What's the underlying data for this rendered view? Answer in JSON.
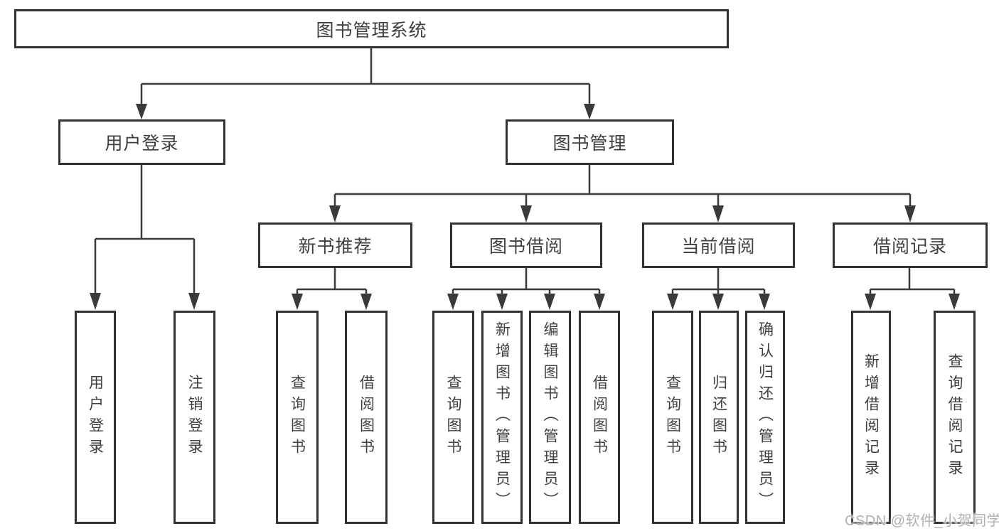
{
  "tree": {
    "root": "图书管理系统",
    "user_login": {
      "label": "用户登录",
      "children": {
        "login": "用户登录",
        "logout": "注销登录"
      }
    },
    "book_management": {
      "label": "图书管理",
      "children": {
        "new_book_recommend": {
          "label": "新书推荐",
          "children": {
            "query": "查询图书",
            "borrow": "借阅图书"
          }
        },
        "book_borrowing": {
          "label": "图书借阅",
          "children": {
            "query": "查询图书",
            "add": "新增图书（管理员）",
            "edit": "编辑图书（管理员）",
            "borrow": "借阅图书"
          }
        },
        "current_borrowing": {
          "label": "当前借阅",
          "children": {
            "query": "查询图书",
            "return": "归还图书",
            "confirm_return": "确认归还（管理员）"
          }
        },
        "borrowing_records": {
          "label": "借阅记录",
          "children": {
            "add": "新增借阅记录",
            "query": "查询借阅记录"
          }
        }
      }
    }
  },
  "watermark": "CSDN @软件_小贺同学",
  "colors": {
    "line": "#3a3a3a",
    "box_border": "#333333",
    "text": "#3f3f3f",
    "watermark": "#b0b0b0",
    "background": "#ffffff"
  }
}
